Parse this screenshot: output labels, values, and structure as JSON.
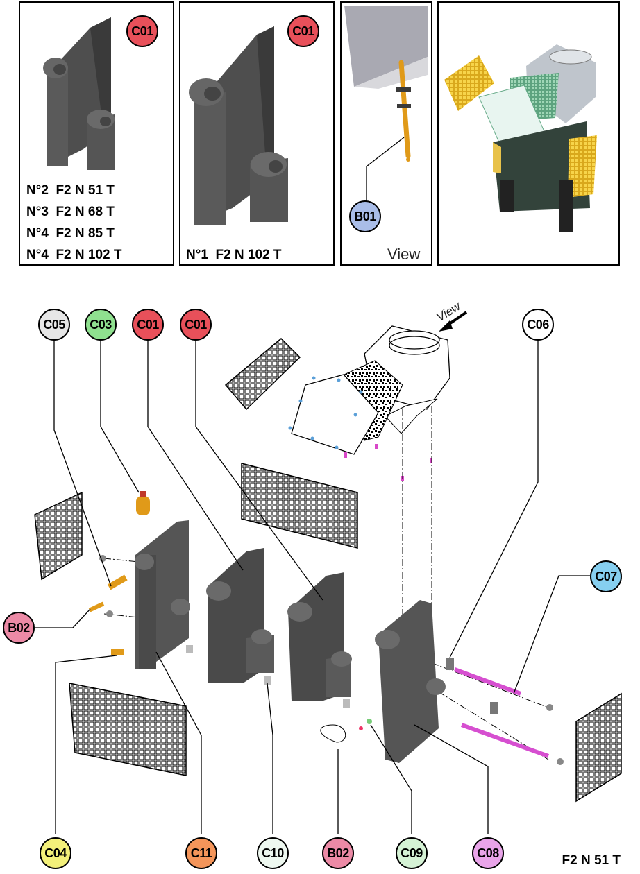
{
  "panels": {
    "panel1": {
      "badge": "C01",
      "models": [
        "N°2  F2 N 51 T",
        "N°3  F2 N 68 T",
        "N°4  F2 N 85 T",
        "N°4  F2 N 102 T"
      ]
    },
    "panel2": {
      "badge": "C01",
      "model": "N°1  F2 N 102 T"
    },
    "panel3": {
      "badge": "B01",
      "view_label": "View"
    }
  },
  "exploded": {
    "view_arrow_label": "View",
    "top_labels": [
      "C05",
      "C03",
      "C01",
      "C01",
      "C06"
    ],
    "side_labels": [
      "B02",
      "C07"
    ],
    "bottom_labels": [
      "C04",
      "C11",
      "C10",
      "B02",
      "C09",
      "C08"
    ]
  },
  "footer": "F2 N 51 T",
  "colors": {
    "C01": "#e8505a",
    "C03": "#8fe08f",
    "C04": "#f3f07a",
    "C05": "#e6e6e6",
    "C06": "#ffffff",
    "C07": "#86cff0",
    "C08": "#e9a4e9",
    "C09": "#d5f2d5",
    "C10": "#eef8f0",
    "C11": "#f4955a",
    "B01": "#a9bde8",
    "B02": "#ec8aa6"
  }
}
